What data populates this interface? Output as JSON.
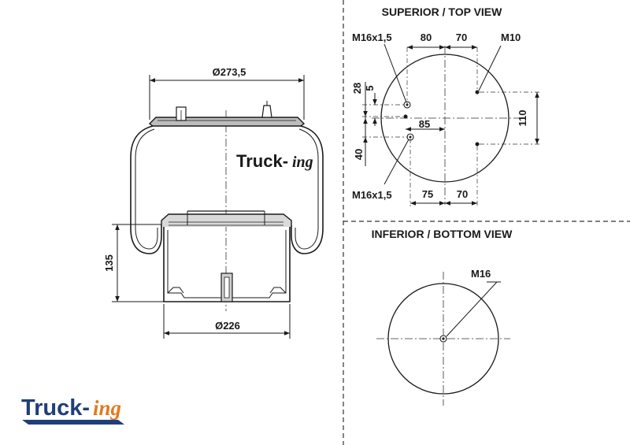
{
  "brand": {
    "name_main": "Truck-",
    "name_suffix": "ing",
    "color_main": "#1f3f7a",
    "color_suffix": "#e07a1f",
    "color_underline": "#1f3f7a"
  },
  "side_view": {
    "top_diameter": "Ø273,5",
    "bottom_diameter": "Ø226",
    "height": "135"
  },
  "top_view": {
    "title": "SUPERIOR / TOP VIEW",
    "thread_upper": "M16x1,5",
    "thread_lower": "M16x1,5",
    "thread_right": "M10",
    "dim_top_left": "80",
    "dim_top_right": "70",
    "dim_bottom_left": "75",
    "dim_bottom_right": "70",
    "dim_offset_28": "28",
    "dim_offset_5": "5",
    "dim_85": "85",
    "dim_40": "40",
    "dim_110": "110"
  },
  "bottom_view": {
    "title": "INFERIOR / BOTTOM VIEW",
    "thread": "M16"
  }
}
